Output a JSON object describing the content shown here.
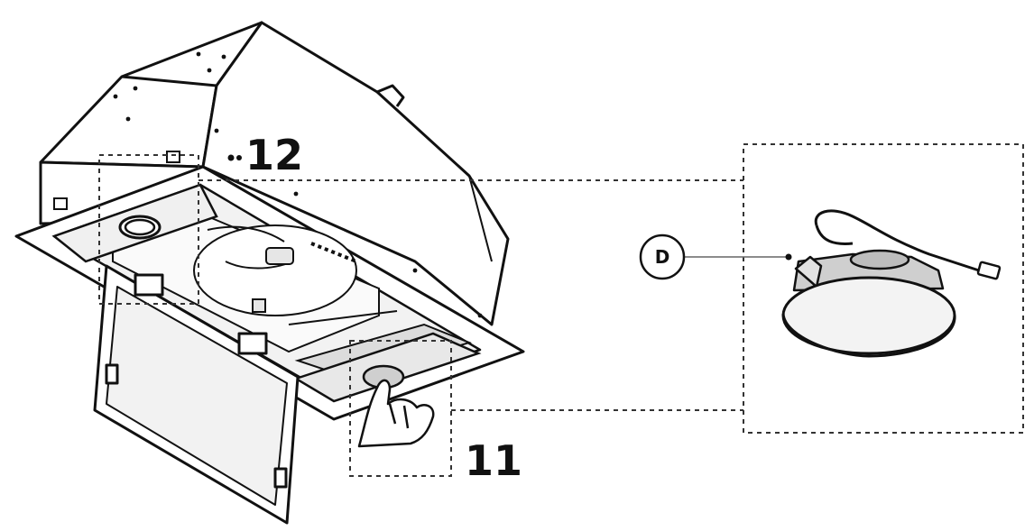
{
  "callouts": {
    "step_12": "12",
    "step_11": "11",
    "part_d": "D"
  },
  "colors": {
    "line": "#111111",
    "panel_fill": "#f2f2f2",
    "shade": "#dcdcdc",
    "background": "#ffffff"
  }
}
